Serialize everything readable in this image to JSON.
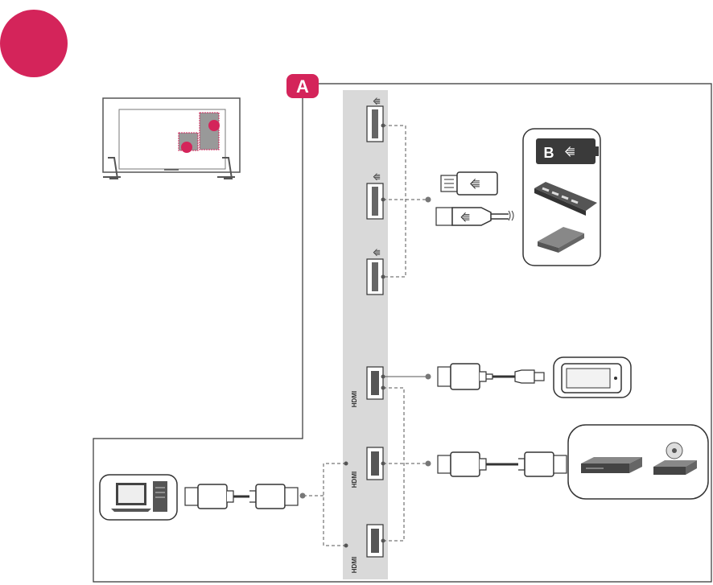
{
  "callout": {
    "letter": "A",
    "accent_color": "#d4245a",
    "panel_color": "#d9d9d9"
  },
  "ports": {
    "usb_symbol": "⭠",
    "hdmi_label": "HDMI"
  },
  "devices": {
    "usb": [
      "usb-flash-drive",
      "usb-cable",
      "usb-hdd",
      "usb-hub",
      "external-battery-drive"
    ],
    "hdmi": [
      "tablet",
      "blu-ray-player",
      "dvd-player",
      "pc",
      "monitor"
    ]
  },
  "storage_badge": "B"
}
